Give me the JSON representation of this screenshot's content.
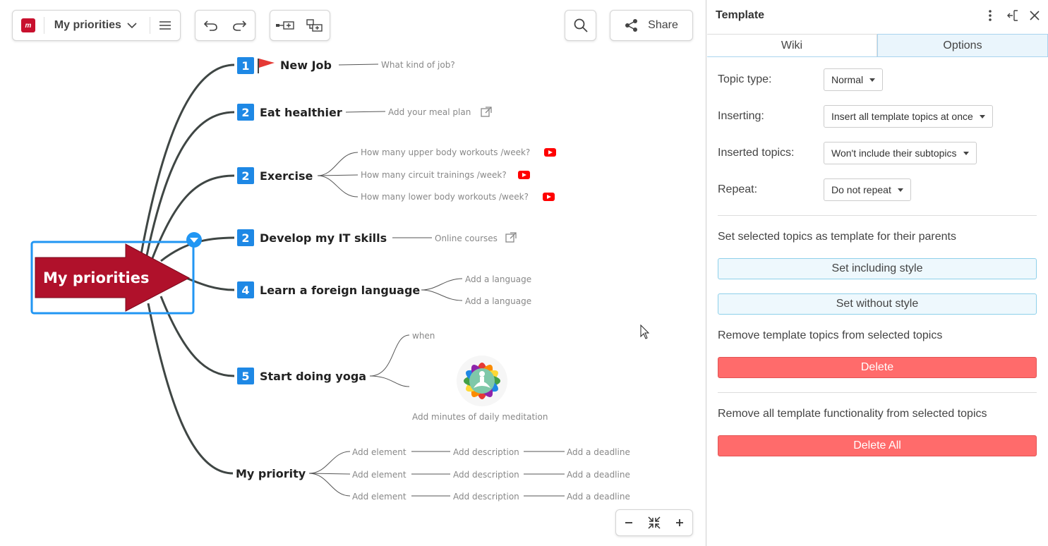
{
  "toolbar": {
    "doc_name": "My priorities",
    "logo_text": "m",
    "share_label": "Share"
  },
  "mindmap": {
    "central": "My priorities",
    "topics": [
      {
        "badge": "1",
        "label": "New Job",
        "flag": true,
        "subs": [
          "What kind of job?"
        ]
      },
      {
        "badge": "2",
        "label": "Eat healthier",
        "subs": [
          "Add your meal plan"
        ]
      },
      {
        "badge": "2",
        "label": "Exercise",
        "subs": [
          "How many upper body workouts /week?",
          "How many circuit trainings /week?",
          "How many lower body workouts /week?"
        ]
      },
      {
        "badge": "2",
        "label": "Develop my IT skills",
        "subs": [
          "Online courses"
        ]
      },
      {
        "badge": "4",
        "label": "Learn a foreign language",
        "subs": [
          "Add a language",
          "Add a language"
        ]
      },
      {
        "badge": "5",
        "label": "Start doing yoga",
        "subs": [
          "when",
          "Add minutes of daily meditation"
        ]
      },
      {
        "badge": "",
        "label": "My priority",
        "rows": [
          [
            "Add element",
            "Add description",
            "Add a deadline"
          ],
          [
            "Add element",
            "Add description",
            "Add a deadline"
          ],
          [
            "Add element",
            "Add description",
            "Add a deadline"
          ]
        ]
      }
    ]
  },
  "panel": {
    "title": "Template",
    "tabs": {
      "wiki": "Wiki",
      "options": "Options"
    },
    "options": {
      "topic_type_label": "Topic type:",
      "topic_type_value": "Normal",
      "inserting_label": "Inserting:",
      "inserting_value": "Insert all template topics at once",
      "inserted_label": "Inserted topics:",
      "inserted_value": "Won't include their subtopics",
      "repeat_label": "Repeat:",
      "repeat_value": "Do not repeat"
    },
    "set_section": "Set selected topics as template for their parents",
    "set_including": "Set including style",
    "set_without": "Set without style",
    "remove_section": "Remove template topics from selected topics",
    "delete_label": "Delete",
    "remove_all_section": "Remove all template functionality from selected topics",
    "delete_all_label": "Delete All"
  },
  "colors": {
    "central_fill": "#b0112b",
    "badge_blue": "#1e88e5",
    "selection": "#2196f3",
    "branch": "#3f4644",
    "delete_red": "#ff6b6b"
  }
}
